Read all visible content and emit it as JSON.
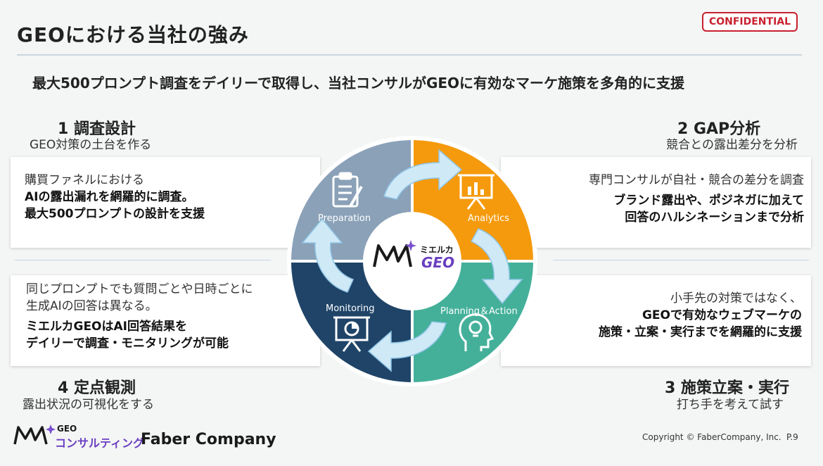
{
  "header": {
    "title": "GEOにおける当社の強み",
    "confidential": "CONFIDENTIAL"
  },
  "subtitle": "最大500プロンプト調査をデイリーで取得し、当社コンサルがGEOに有効なマーケ施策を多角的に支援",
  "steps": [
    {
      "heading": "1 調査設計",
      "caption": "GEO対策の土台を作る",
      "lines": [
        "購買ファネルにおける",
        "AIの露出漏れを網羅的に調査。",
        "最大500プロンプトの設計を支援"
      ]
    },
    {
      "heading": "2 GAP分析",
      "caption": "競合との露出差分を分析",
      "lines": [
        "専門コンサルが自社・競合の差分を調査",
        "ブランド露出や、ポジネガに加えて",
        "回答のハルシネーションまで分析"
      ]
    },
    {
      "heading": "3 施策立案・実行",
      "caption": "打ち手を考えて試す",
      "lines": [
        "小手先の対策ではなく、",
        "GEOで有効なウェブマーケの",
        "施策・立案・実行までを網羅的に支援"
      ]
    },
    {
      "heading": "4 定点観測",
      "caption": "露出状況の可視化をする",
      "lines": [
        "同じプロンプトでも質問ごとや日時ごとに",
        "生成AIの回答は異なる。",
        "ミエルカGEOはAI回答結果を",
        "デイリーで調査・モニタリングが可能"
      ]
    }
  ],
  "cycle": {
    "segments": [
      {
        "label": "Preparation",
        "color": "#8aa1b8",
        "icon": "clipboard-icon"
      },
      {
        "label": "Analytics",
        "color": "#f59a0c",
        "icon": "presentation-chart-icon"
      },
      {
        "label": "Planning＆Action",
        "color": "#44b09a",
        "icon": "head-lightbulb-icon"
      },
      {
        "label": "Monitoring",
        "color": "#1f4468",
        "icon": "presentation-pie-icon"
      }
    ],
    "center_brand": "ミエルカ",
    "center_product": "GEO"
  },
  "footer": {
    "logo_geo": "GEO",
    "logo_consulting": "コンサルティング",
    "company": "Faber Company",
    "copyright": "Copyright © FaberCompany, Inc.",
    "page": "P.9"
  },
  "colors": {
    "accent_red": "#c8202f",
    "consulting_purple": "#6a3fc0"
  }
}
